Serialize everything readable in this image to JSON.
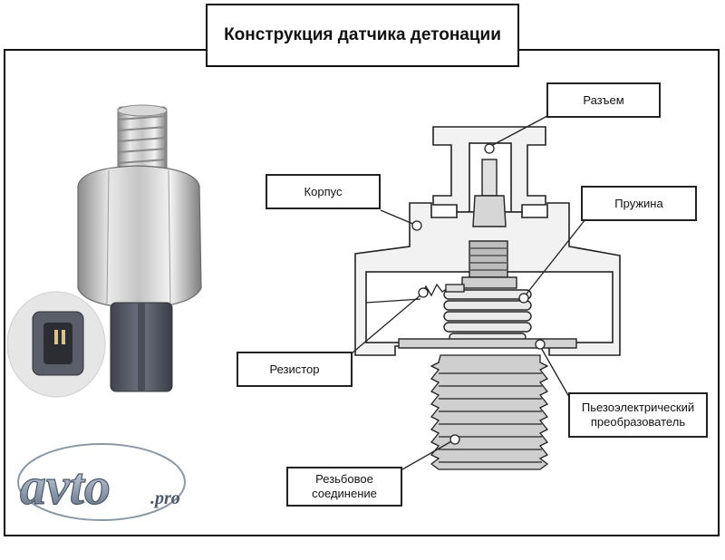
{
  "title": "Конструкция датчика детонации",
  "labels": {
    "connector": "Разъем",
    "housing": "Корпус",
    "spring": "Пружина",
    "resistor": "Резистор",
    "piezo_line1": "Пьезоэлектрический",
    "piezo_line2": "преобразователь",
    "thread_line1": "Резьбовое",
    "thread_line2": "соединение"
  },
  "logo": {
    "text": "avto",
    "suffix": ".pro"
  },
  "colors": {
    "outline": "#222222",
    "housing_fill": "#f2f2f2",
    "thread_fill": "#cfcfcf",
    "metal": "#b9b9b9",
    "plastic": "#5e6270"
  }
}
